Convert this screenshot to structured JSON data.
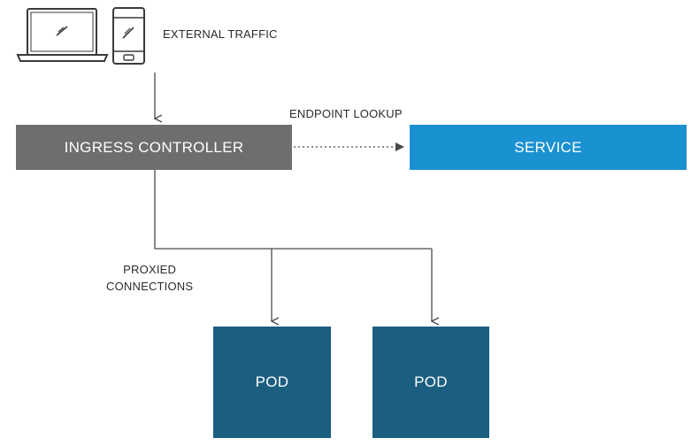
{
  "labels": {
    "external_traffic": "EXTERNAL TRAFFIC",
    "endpoint_lookup": "ENDPOINT LOOKUP",
    "proxied_line1": "PROXIED",
    "proxied_line2": "CONNECTIONS"
  },
  "nodes": {
    "ingress_controller": "INGRESS CONTROLLER",
    "service": "SERVICE",
    "pod_1": "POD",
    "pod_2": "POD"
  },
  "icons": {
    "laptop": "laptop-icon",
    "phone": "smartphone-icon"
  },
  "colors": {
    "ingress": "#6d6e70",
    "service": "#1a91d1",
    "pod": "#1b5e80",
    "line": "#4a4a4a",
    "text": "#2b2b2b"
  }
}
